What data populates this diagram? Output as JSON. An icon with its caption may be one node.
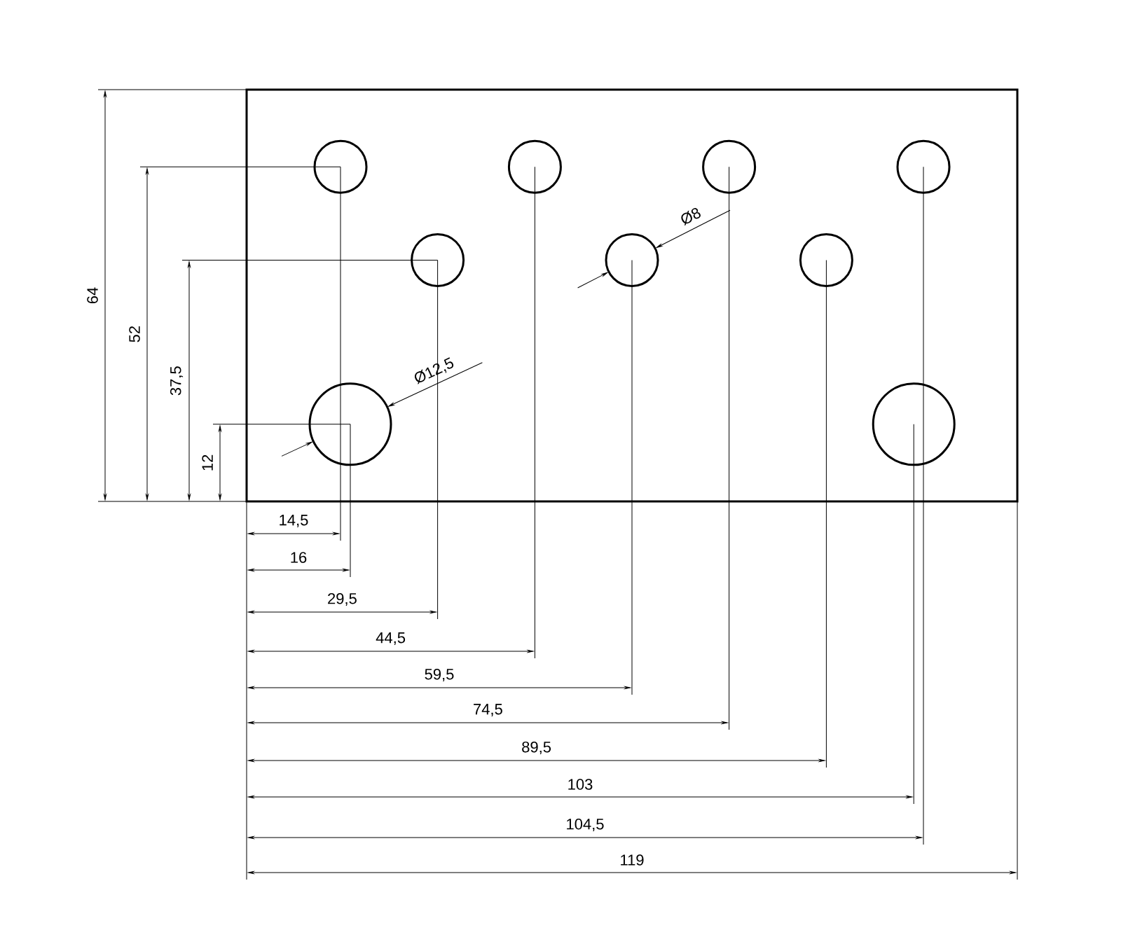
{
  "diagram": {
    "labels": [
      "Ø8",
      "64",
      "52",
      "37,5",
      "Ø12,5",
      "12",
      "14,5",
      "16",
      "29,5",
      "44,5",
      "59,5",
      "74,5",
      "89,5",
      "103",
      "104,5",
      "119"
    ]
  }
}
